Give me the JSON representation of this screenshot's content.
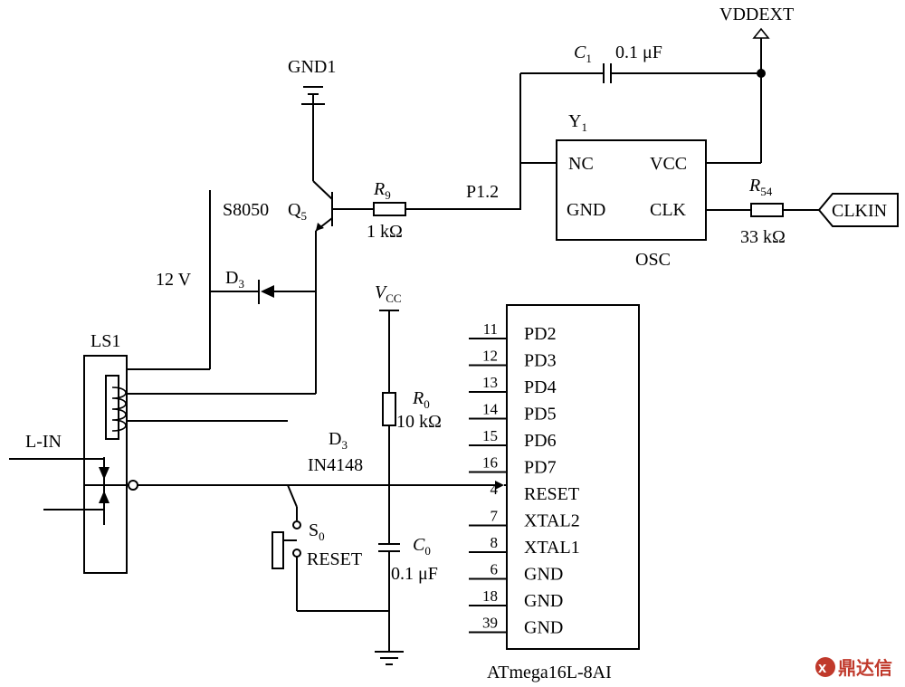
{
  "labels": {
    "vddext": "VDDEXT",
    "c1_name": "C",
    "c1_sub": "1",
    "c1_value": "0.1  μF",
    "gnd1": "GND1",
    "y1_name": "Y",
    "y1_sub": "1",
    "osc_nc": "NC",
    "osc_vcc": "VCC",
    "osc_gnd": "GND",
    "osc_clk": "CLK",
    "osc_caption": "OSC",
    "p12": "P1.2",
    "r9_name": "R",
    "r9_sub": "9",
    "r9_value": "1  kΩ",
    "r54_name": "R",
    "r54_sub": "54",
    "r54_value": "33  kΩ",
    "clkin": "CLKIN",
    "q5_part": "S8050",
    "q5_name": "Q",
    "q5_sub": "5",
    "v12": "12  V",
    "d3_name": "D",
    "d3_sub": "3",
    "vcc_name": "V",
    "vcc_sub": "CC",
    "ls1": "LS1",
    "r0_name": "R",
    "r0_sub": "0",
    "r0_value": "10  kΩ",
    "d3b_name": "D",
    "d3b_sub": "3",
    "d3b_part": "IN4148",
    "lin": "L-IN",
    "s0_name": "S",
    "s0_sub": "0",
    "s0_reset": "RESET",
    "c0_name": "C",
    "c0_sub": "0",
    "c0_value": "0.1  μF",
    "mcu_part": "ATmega16L-8AI",
    "watermark": "鼎达信"
  },
  "mcu_pins": [
    {
      "num": "11",
      "name": "PD2"
    },
    {
      "num": "12",
      "name": "PD3"
    },
    {
      "num": "13",
      "name": "PD4"
    },
    {
      "num": "14",
      "name": "PD5"
    },
    {
      "num": "15",
      "name": "PD6"
    },
    {
      "num": "16",
      "name": "PD7"
    },
    {
      "num": "4",
      "name": "RESET"
    },
    {
      "num": "7",
      "name": "XTAL2"
    },
    {
      "num": "8",
      "name": "XTAL1"
    },
    {
      "num": "6",
      "name": "GND"
    },
    {
      "num": "18",
      "name": "GND"
    },
    {
      "num": "39",
      "name": "GND"
    }
  ]
}
